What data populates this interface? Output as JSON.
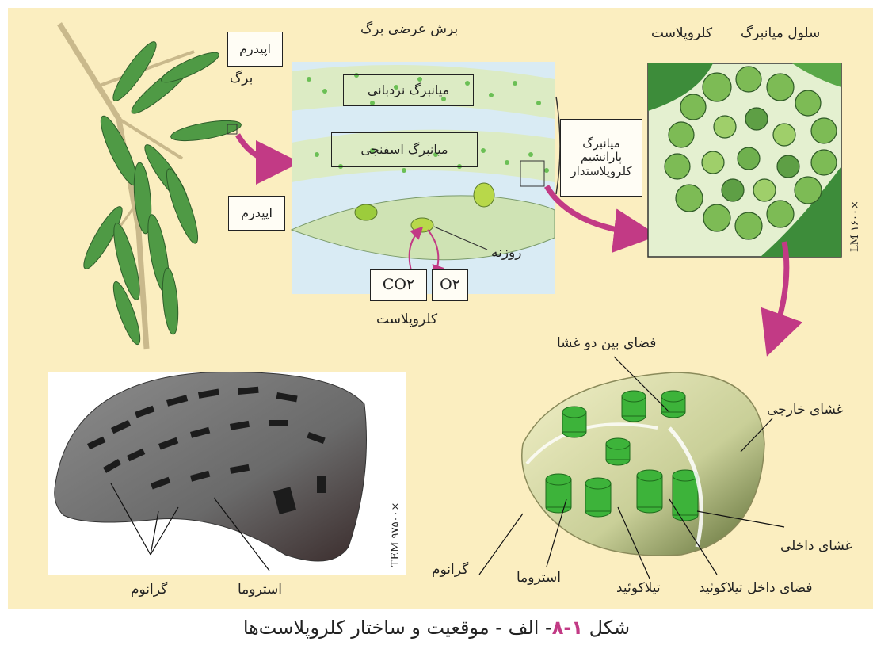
{
  "labels": {
    "cross_section_title": "برش عرضی برگ",
    "chloroplast_top": "کلروپلاست",
    "mesophyll_cell": "سلول میانبرگ",
    "leaf": "برگ",
    "epidermis_top": "اپیدرم",
    "epidermis_bottom": "اپیدرم",
    "palisade_mesophyll": "میانبرگ نردبانی",
    "spongy_mesophyll": "میانبرگ اسفنجی",
    "mesophyll_parenchyma": "میانبرگ پارانشیم کلروپلاستدار",
    "stoma": "روزنه",
    "co2": "CO۲",
    "o2": "O۲",
    "chloroplast_mid": "کلروپلاست",
    "intermembrane_space": "فضای بین دو غشا",
    "outer_membrane": "غشای خارجی",
    "granum_right": "گرانوم",
    "inner_membrane": "غشای داخلی",
    "stroma_right": "استروما",
    "thylakoid": "تیلاکوئید",
    "thylakoid_space": "فضای داخل تیلاکوئید",
    "granum_left": "گرانوم",
    "stroma_left": "استروما",
    "lm_scale": "LM ۱۶۰۰×",
    "tem_scale": "TEM ۹۷۵۰۰×"
  },
  "caption": {
    "prefix": "شکل",
    "number": "۱-۸",
    "text": "- الف - موقعیت و ساختار کلروپلاست‌ها"
  },
  "colors": {
    "background": "#fbeec0",
    "arrow": "#c23a85",
    "leaf_green": "#4f9a45",
    "grana_green": "#3db33a"
  }
}
